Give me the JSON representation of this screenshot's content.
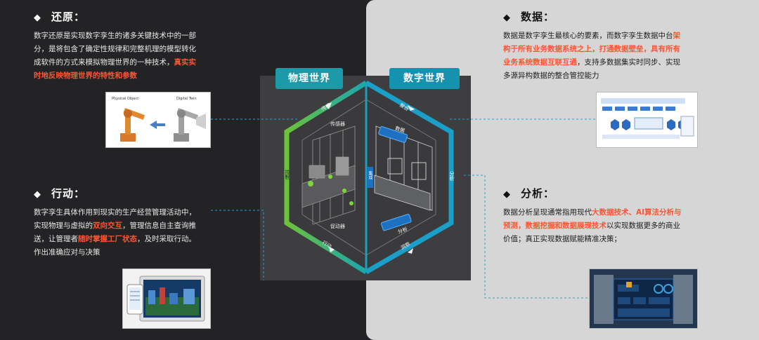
{
  "restore": {
    "title": "还原：",
    "lines": [
      "数字还原是实现数字孪生的诸多关键技术中的一部",
      "分，是将包含了确定性规律和完整机理的模型转化",
      "成软件的方式来模拟物理世界的一种技术，"
    ],
    "highlight_a": "真实实",
    "highlight_b": "时地反映物理世界的特性和参数",
    "thumb_label_left": "Physical Object",
    "thumb_label_right": "Digital Twin"
  },
  "action": {
    "title": "行动：",
    "line1": "数字孪生具体作用到现实的生产经营管理活动中，",
    "line2_a": "实现物理与虚拟的",
    "line2_hl": "双向交互",
    "line2_b": "，管理信息自主查询推",
    "line3_a": "送，让管理者",
    "line3_hl": "随时掌握工厂状态",
    "line3_b": "，及时采取行动。",
    "line4": "作出准确应对与决策"
  },
  "data": {
    "title": "数据：",
    "line1_a": "数据是数字孪生最核心的要素，而数字孪生数据中台",
    "line1_hl": "架",
    "line2_hl": "构于所有业务数据系统之上，打通数据壁垒，具有所有",
    "line3_hl": "业务系统数据互联互通",
    "line3_b": "，支持多数据集实时同步、实现",
    "line4": "多源异构数据的整合管控能力"
  },
  "analysis": {
    "title": "分析：",
    "line1_a": "数据分析呈现通常指用现代",
    "line1_hl": "大数据技术、AI算法分析与",
    "line2_hl": "预测，数据挖掘和数据展现技术",
    "line2_b": "以实现数据更多的商业",
    "line3": "价值；真正实现数据赋能精准决策；"
  },
  "center": {
    "physical_world": "物理世界",
    "digital_world": "数字世界",
    "labels": {
      "perceive": "传感",
      "sensor": "传感器",
      "control": "控制",
      "action": "行动",
      "actuator": "促动器",
      "aggregate": "聚合",
      "data": "数据",
      "integrate": "集成",
      "analyze": "分析",
      "insight": "洞察"
    }
  },
  "colors": {
    "highlight": "#ff5533",
    "green": "#5bbf3c",
    "teal": "#1aa0b8",
    "blue": "#2a86cc"
  }
}
